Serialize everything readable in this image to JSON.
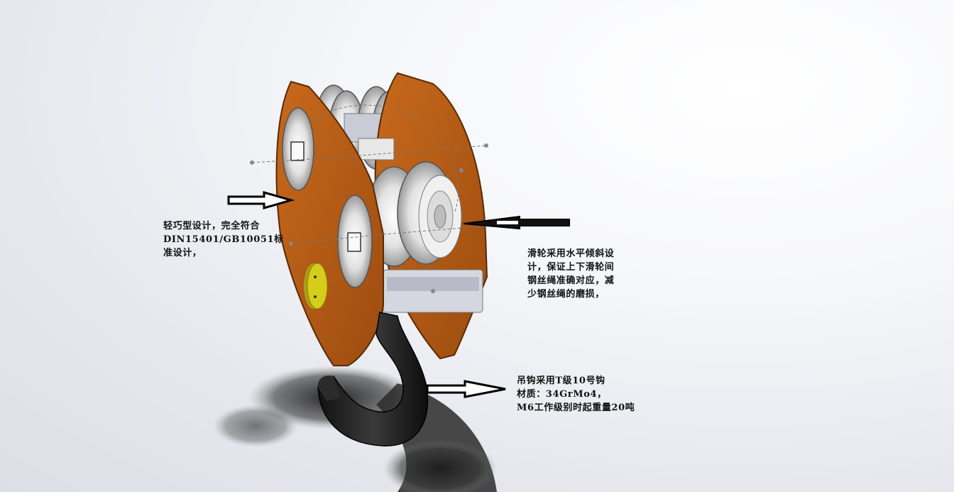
{
  "annotations": {
    "left": {
      "lines": [
        "轻巧型设计，完全符合",
        "DIN15401/GB10051标",
        "准设计，"
      ]
    },
    "right": {
      "lines": [
        "滑轮采用水平倾斜设",
        "计，保证上下滑轮间",
        "钢丝绳准确对应，减",
        "少钢丝绳的磨损，"
      ]
    },
    "hook": {
      "lines": [
        "吊钩采用T级10号钩",
        "材质：34GrMo4，",
        "M6工作级别时起重量20吨"
      ]
    }
  },
  "colors": {
    "side_plate": "#b35a13",
    "hook": "#1d1d1d",
    "sheave": "#e4e4e4",
    "yellow_pin": "#d6cc1a"
  }
}
